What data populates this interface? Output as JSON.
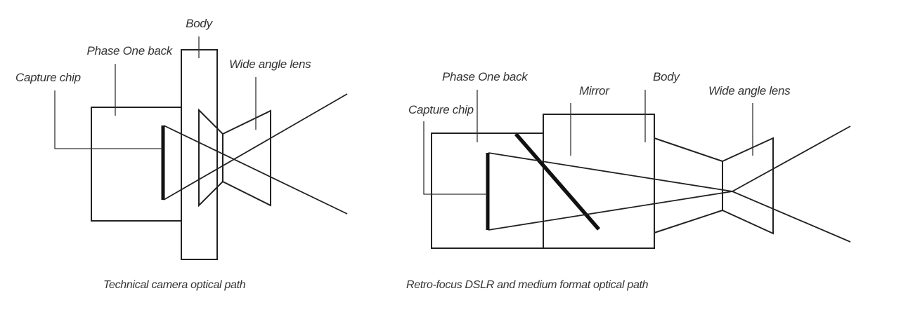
{
  "diagrams": [
    {
      "id": "technical",
      "caption": "Technical camera optical path",
      "labels": {
        "body": "Body",
        "phase_one_back": "Phase One back",
        "capture_chip": "Capture chip",
        "wide_angle_lens": "Wide angle lens"
      }
    },
    {
      "id": "retrofocus",
      "caption": "Retro-focus DSLR and medium format optical path",
      "labels": {
        "phase_one_back": "Phase One back",
        "mirror": "Mirror",
        "body": "Body",
        "capture_chip": "Capture chip",
        "wide_angle_lens": "Wide angle lens"
      }
    }
  ],
  "colors": {
    "line": "#222222",
    "text": "#333333",
    "background": "#ffffff"
  }
}
